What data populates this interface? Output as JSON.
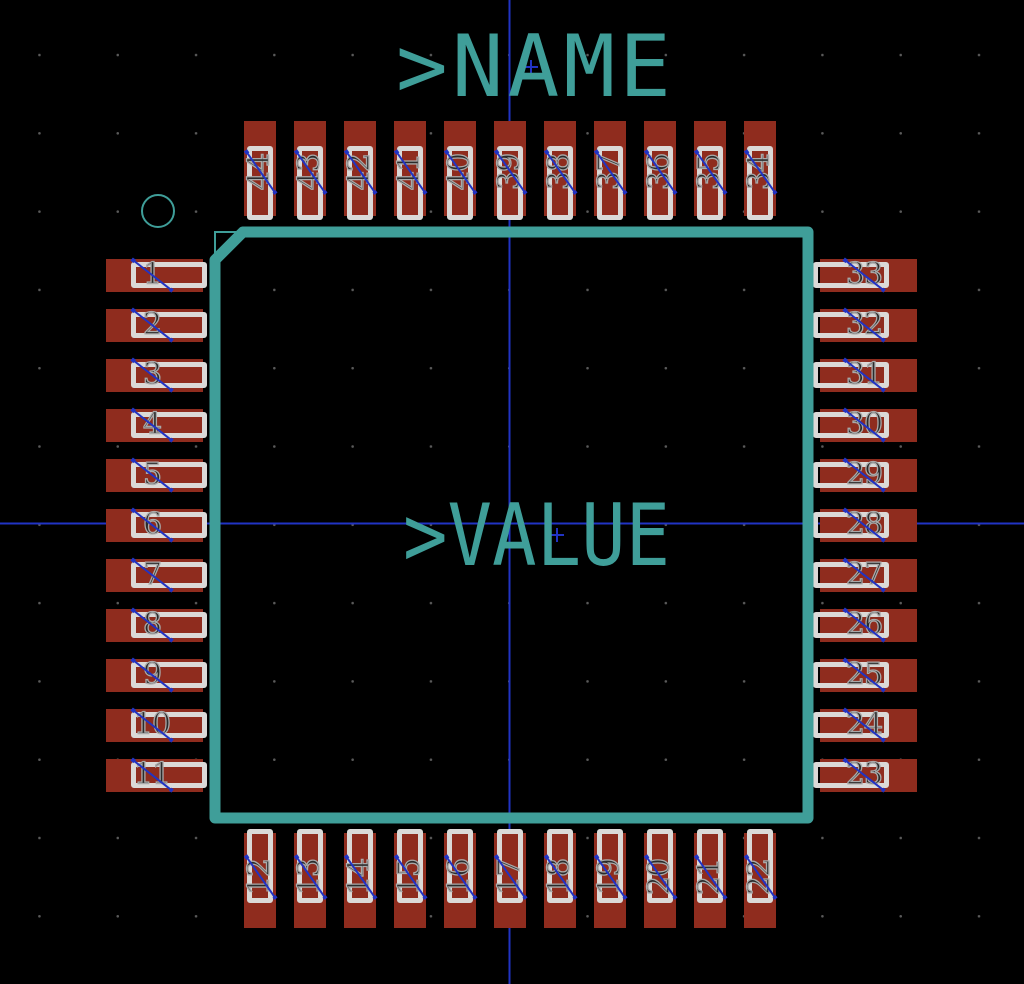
{
  "editor": {
    "view": "pcb-footprint-canvas",
    "package": "QFP-44"
  },
  "labels": {
    "name": ">NAME",
    "value": ">VALUE"
  },
  "pads": {
    "top": [
      "44",
      "43",
      "42",
      "41",
      "40",
      "39",
      "38",
      "37",
      "36",
      "35",
      "34"
    ],
    "left": [
      "1",
      "2",
      "3",
      "4",
      "5",
      "6",
      "7",
      "8",
      "9",
      "10",
      "11"
    ],
    "right": [
      "33",
      "32",
      "31",
      "30",
      "29",
      "28",
      "27",
      "26",
      "25",
      "24",
      "23"
    ],
    "bottom": [
      "12",
      "13",
      "14",
      "15",
      "16",
      "17",
      "18",
      "19",
      "20",
      "21",
      "22"
    ]
  },
  "colors": {
    "background": "#000000",
    "pad_copper_red": "#8f2c1e",
    "stop_mask_white": "#dbd9d7",
    "silkscreen_teal": "#3f9e99",
    "origin_blue": "#2133c4",
    "pad_number_fill": "#2b2b2b",
    "pad_number_stroke": "#a9a9a9",
    "grid_dot_gray": "#5a5a5a"
  }
}
